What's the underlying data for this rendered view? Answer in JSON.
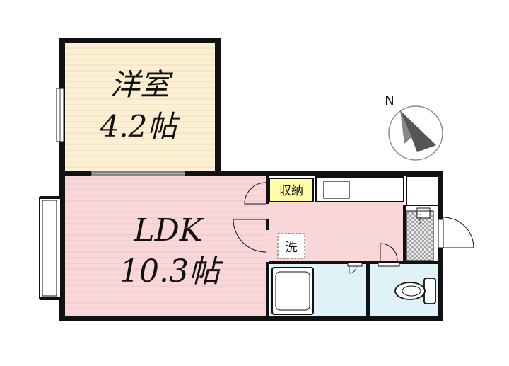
{
  "rooms": {
    "western": {
      "name": "洋室",
      "size": "4.2帖",
      "color": "#fdf0d2"
    },
    "ldk": {
      "name": "LDK",
      "size": "10.3帖",
      "color": "#f9d6d8"
    },
    "hall": {
      "color": "#f9d6d8"
    },
    "bath": {
      "color": "#dff2f8"
    },
    "toilet": {
      "color": "#dff2f8"
    }
  },
  "storage_label": "収納",
  "storage_color": "#ffffa8",
  "washer_label": "洗",
  "compass": {
    "label": "N"
  },
  "icons": [
    "compass-icon",
    "door-swing-icon",
    "toilet-icon",
    "bathtub-icon",
    "kitchen-counter-icon",
    "window-icon"
  ]
}
